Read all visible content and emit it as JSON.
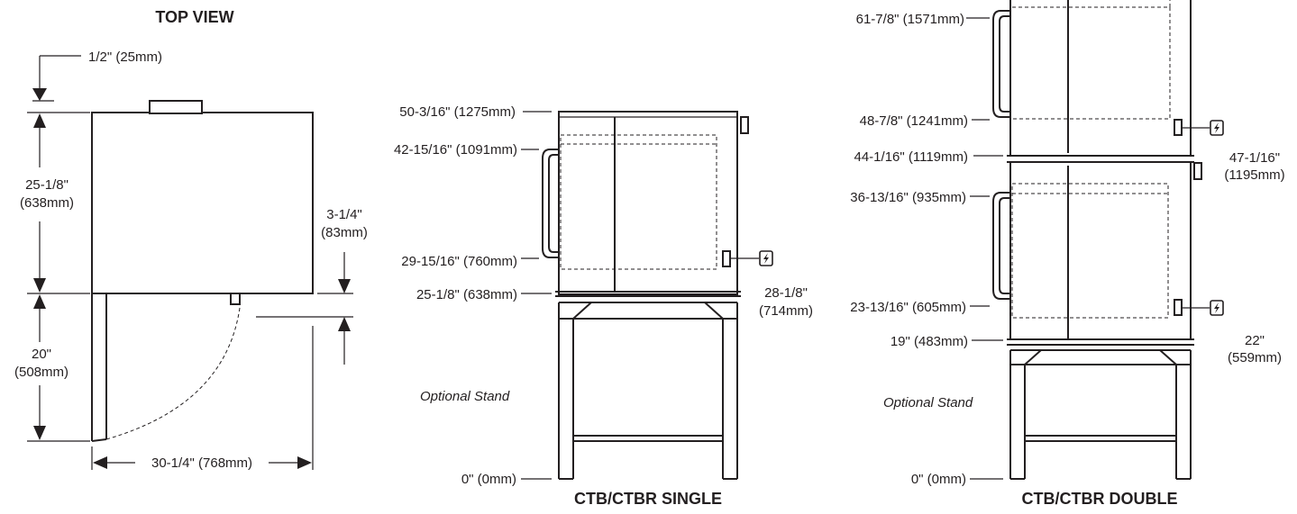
{
  "top_view": {
    "title": "TOP VIEW",
    "dim_gap": "1/2\" (25mm)",
    "dim_depth_in": "25-1/8\"",
    "dim_depth_mm": "(638mm)",
    "dim_door_in": "20\"",
    "dim_door_mm": "(508mm)",
    "dim_side_in": "3-1/4\"",
    "dim_side_mm": "(83mm)",
    "dim_width": "30-1/4\" (768mm)"
  },
  "single": {
    "title": "CTB/CTBR SINGLE",
    "h_top": "50-3/16\" (1275mm)",
    "h_handle_top": "42-15/16\" (1091mm)",
    "h_handle_bottom": "29-15/16\" (760mm)",
    "h_base": "25-1/8\" (638mm)",
    "h_floor": "0\" (0mm)",
    "stand_label": "Optional Stand",
    "elec_in": "28-1/8\"",
    "elec_mm": "(714mm)"
  },
  "double": {
    "title": "CTB/CTBR DOUBLE",
    "h_handle_top_upper": "61-7/8\" (1571mm)",
    "h_handle_bottom_upper": "48-7/8\" (1241mm)",
    "h_divider": "44-1/16\" (1119mm)",
    "h_handle_top_lower": "36-13/16\" (935mm)",
    "h_handle_bottom_lower": "23-13/16\" (605mm)",
    "h_base": "19\" (483mm)",
    "h_floor": "0\" (0mm)",
    "stand_label": "Optional Stand",
    "elec_upper_in": "47-1/16\"",
    "elec_upper_mm": "(1195mm)",
    "elec_lower_in": "22\"",
    "elec_lower_mm": "(559mm)"
  },
  "icons": {
    "electrical": "lightning-bolt-icon"
  },
  "colors": {
    "ink": "#231f20",
    "background": "#ffffff"
  }
}
